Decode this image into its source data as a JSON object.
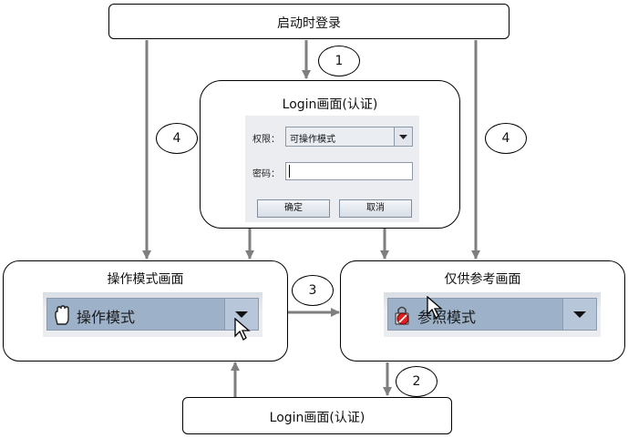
{
  "startup": {
    "title": "启动时登录"
  },
  "login_top": {
    "title": "Login画面(认证)",
    "dialog": {
      "perm_label": "权限：",
      "perm_value": "可操作模式",
      "pw_label": "密码：",
      "ok_label": "确定",
      "cancel_label": "取消"
    }
  },
  "operate": {
    "title": "操作模式画面",
    "combo_text": "操作模式"
  },
  "reference": {
    "title": "仅供参考画面",
    "combo_text": "参照模式"
  },
  "login_bottom": {
    "title": "Login画面(认证)"
  },
  "steps": {
    "s1": "1",
    "s2": "2",
    "s3": "3",
    "s4a": "4",
    "s4b": "4"
  },
  "colors": {
    "arrow": "#7f7f7f",
    "field": "#9db1c9",
    "border": "#000000"
  }
}
